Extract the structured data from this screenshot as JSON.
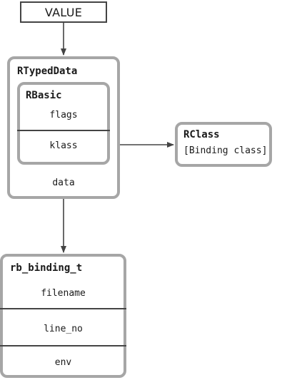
{
  "value_box": {
    "label": "VALUE"
  },
  "rtypeddata": {
    "title": "RTypedData",
    "data_label": "data"
  },
  "rbasic": {
    "title": "RBasic",
    "fields": [
      "flags",
      "klass"
    ]
  },
  "rclass": {
    "title": "RClass",
    "subtitle": "[Binding class]"
  },
  "rb_binding_t": {
    "title": "rb_binding_t",
    "fields": [
      "filename",
      "line_no",
      "env"
    ]
  },
  "colors": {
    "box_border": "#a6a6a6",
    "line": "#444444",
    "text": "#1a1a1a"
  }
}
